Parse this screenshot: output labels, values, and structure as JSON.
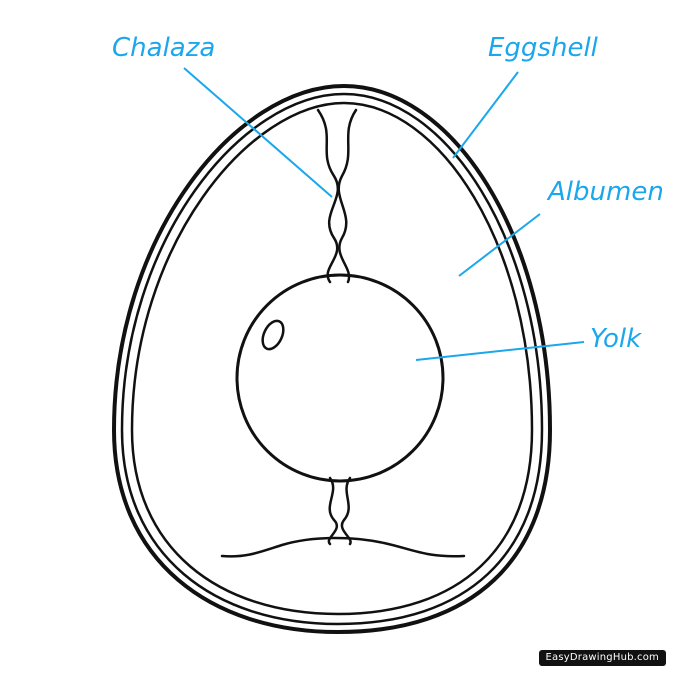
{
  "labels": {
    "chalaza": "Chalaza",
    "eggshell": "Eggshell",
    "albumen": "Albumen",
    "yolk": "Yolk"
  },
  "watermark": "EasyDrawingHub.com",
  "colors": {
    "label": "#1aa7ec",
    "line": "#1aa7ec",
    "outline": "#111111",
    "background": "#ffffff"
  }
}
